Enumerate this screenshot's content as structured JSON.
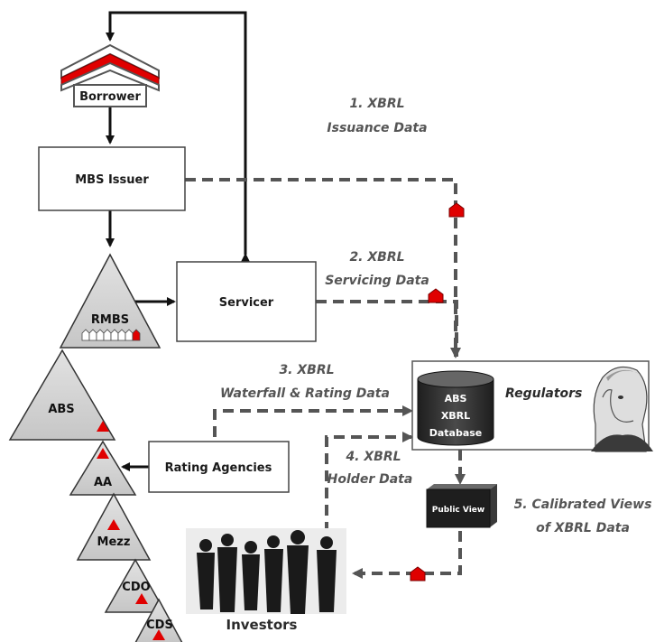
{
  "nodes": {
    "borrower": "Borrower",
    "mbs_issuer": "MBS Issuer",
    "servicer": "Servicer",
    "rmbs": "RMBS",
    "abs": "ABS",
    "aa": "AA",
    "mezz": "Mezz",
    "cdo": "CDO",
    "cds": "CDS",
    "rating_agencies": "Rating Agencies",
    "database_line1": "ABS",
    "database_line2": "XBRL",
    "database_line3": "Database",
    "public_view": "Public View",
    "regulators": "Regulators",
    "investors": "Investors"
  },
  "annotations": {
    "a1_line1": "1. XBRL",
    "a1_line2": "Issuance Data",
    "a2_line1": "2. XBRL",
    "a2_line2": "Servicing Data",
    "a3_line1": "3. XBRL",
    "a3_line2": "Waterfall  & Rating Data",
    "a4_line1": "4. XBRL",
    "a4_line2": "Holder Data",
    "a5_line1": "5.  Calibrated Views",
    "a5_line2": "of XBRL Data"
  },
  "colors": {
    "flow_dashed": "#555555",
    "marker_red": "#e00000",
    "triangle_fill": "#d4d4d4",
    "database_fill": "#2d2d2d"
  }
}
